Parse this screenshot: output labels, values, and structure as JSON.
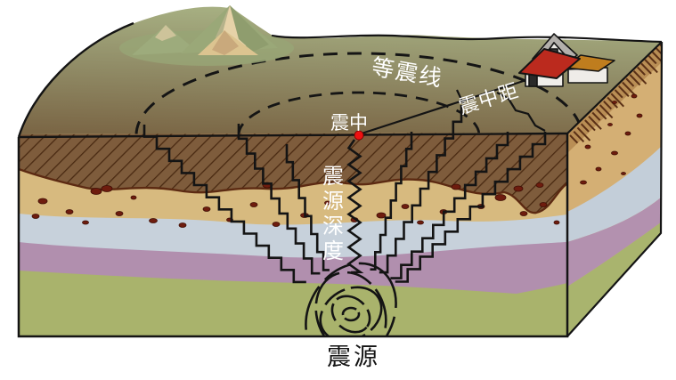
{
  "diagram": {
    "labels": {
      "isoseismal_line": "等震线",
      "epicentral_distance": "震中距",
      "epicenter": "震中",
      "focal_depth_chars": [
        "震",
        "源",
        "深",
        "度"
      ],
      "focus": "震源"
    },
    "colors": {
      "epicenter_dot": "#ee1111",
      "surface_green_top": "#a3ad7e",
      "surface_front_brown": "#7b6746",
      "hatched_soil_layer": "#7e5c3c",
      "speckled_tan_layer": "#d7ba7f",
      "blue_layer": "#c7d1db",
      "purple_layer": "#b18fae",
      "green_layer": "#a9b36c",
      "house_roof_red": "#bb2a1e",
      "house_roof_orange": "#bf7d1e",
      "house_roof_gray": "#b3b0ac",
      "outline": "#141414",
      "label_light": "#ffffff",
      "label_dark": "#141414"
    },
    "icons": {
      "mountain": "mountain-icon",
      "house": "house-icon",
      "epicenter_dot": "epicenter-dot"
    }
  }
}
